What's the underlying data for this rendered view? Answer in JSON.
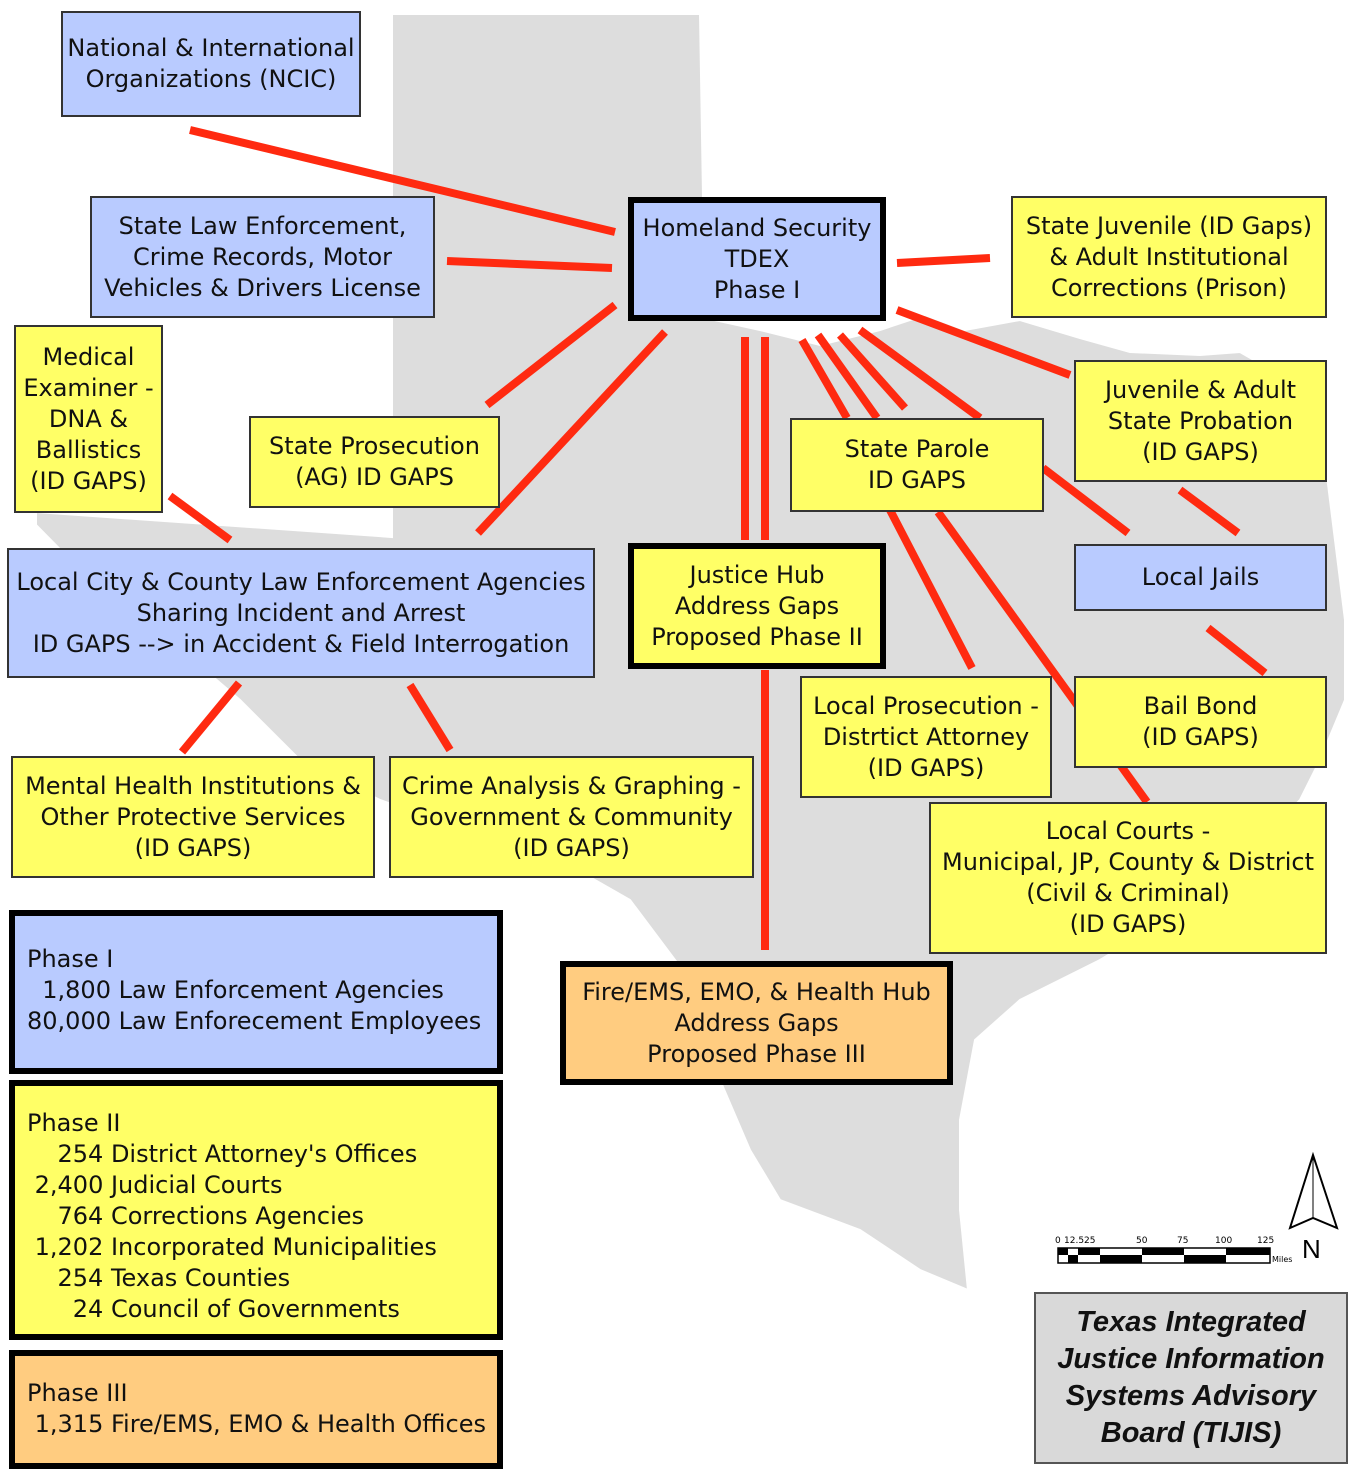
{
  "colors": {
    "phase1_blue": "#b9cbff",
    "phase2_yellow": "#ffff66",
    "phase3_orange": "#ffcc80",
    "connector_red": "#ff2a10",
    "map_gray": "#dddddd"
  },
  "boxes": {
    "ncic": [
      "National & International",
      "Organizations (NCIC)"
    ],
    "homeland": [
      "Homeland Security",
      "TDEX",
      "Phase I"
    ],
    "state_le": [
      "State Law Enforcement,",
      "Crime Records, Motor",
      "Vehicles & Drivers License"
    ],
    "juvenile_corrections": [
      "State Juvenile (ID Gaps)",
      "& Adult Institutional",
      "Corrections (Prison)"
    ],
    "medical": [
      "Medical",
      "Examiner -",
      "DNA &",
      "Ballistics",
      "(ID GAPS)"
    ],
    "state_prosecution": [
      "State Prosecution",
      "(AG) ID GAPS"
    ],
    "state_parole": [
      "State Parole",
      "ID GAPS"
    ],
    "juvenile_probation": [
      "Juvenile & Adult",
      "State Probation",
      "(ID GAPS)"
    ],
    "local_le": [
      "Local City & County Law Enforcement Agencies",
      "Sharing Incident and Arrest",
      "ID GAPS --> in Accident & Field Interrogation"
    ],
    "justice_hub": [
      "Justice Hub",
      "Address Gaps",
      "Proposed Phase II"
    ],
    "local_jails": [
      "Local Jails"
    ],
    "local_prosecution": [
      "Local Prosecution -",
      "Distrtict Attorney",
      "(ID GAPS)"
    ],
    "bail_bond": [
      "Bail Bond",
      "(ID GAPS)"
    ],
    "mental_health": [
      "Mental Health Institutions &",
      "Other Protective Services",
      "(ID GAPS)"
    ],
    "crime_analysis": [
      "Crime Analysis & Graphing -",
      "Government & Community",
      "(ID GAPS)"
    ],
    "local_courts": [
      "Local Courts -",
      "Municipal, JP, County & District",
      "(Civil & Criminal)",
      "(ID GAPS)"
    ],
    "fire_ems": [
      "Fire/EMS, EMO, & Health Hub",
      "Address Gaps",
      "Proposed Phase III"
    ]
  },
  "legend": {
    "phase1": [
      "Phase I",
      "  1,800 Law Enforcement Agencies",
      "80,000 Law Enforecement Employees"
    ],
    "phase2": [
      "Phase II",
      "    254 District Attorney's Offices",
      " 2,400 Judicial Courts",
      "    764 Corrections Agencies",
      " 1,202 Incorporated Municipalities",
      "    254 Texas Counties",
      "      24 Council of Governments"
    ],
    "phase3": [
      "Phase III",
      " 1,315 Fire/EMS, EMO & Health Offices"
    ]
  },
  "title": [
    "Texas Integrated",
    "Justice Information",
    "Systems Advisory",
    "Board (TIJIS)"
  ],
  "scale_bar": {
    "ticks": [
      "0",
      "12.5",
      "25",
      "50",
      "75",
      "100",
      "125"
    ],
    "unit": "Miles"
  },
  "north_arrow": {
    "label": "N"
  }
}
